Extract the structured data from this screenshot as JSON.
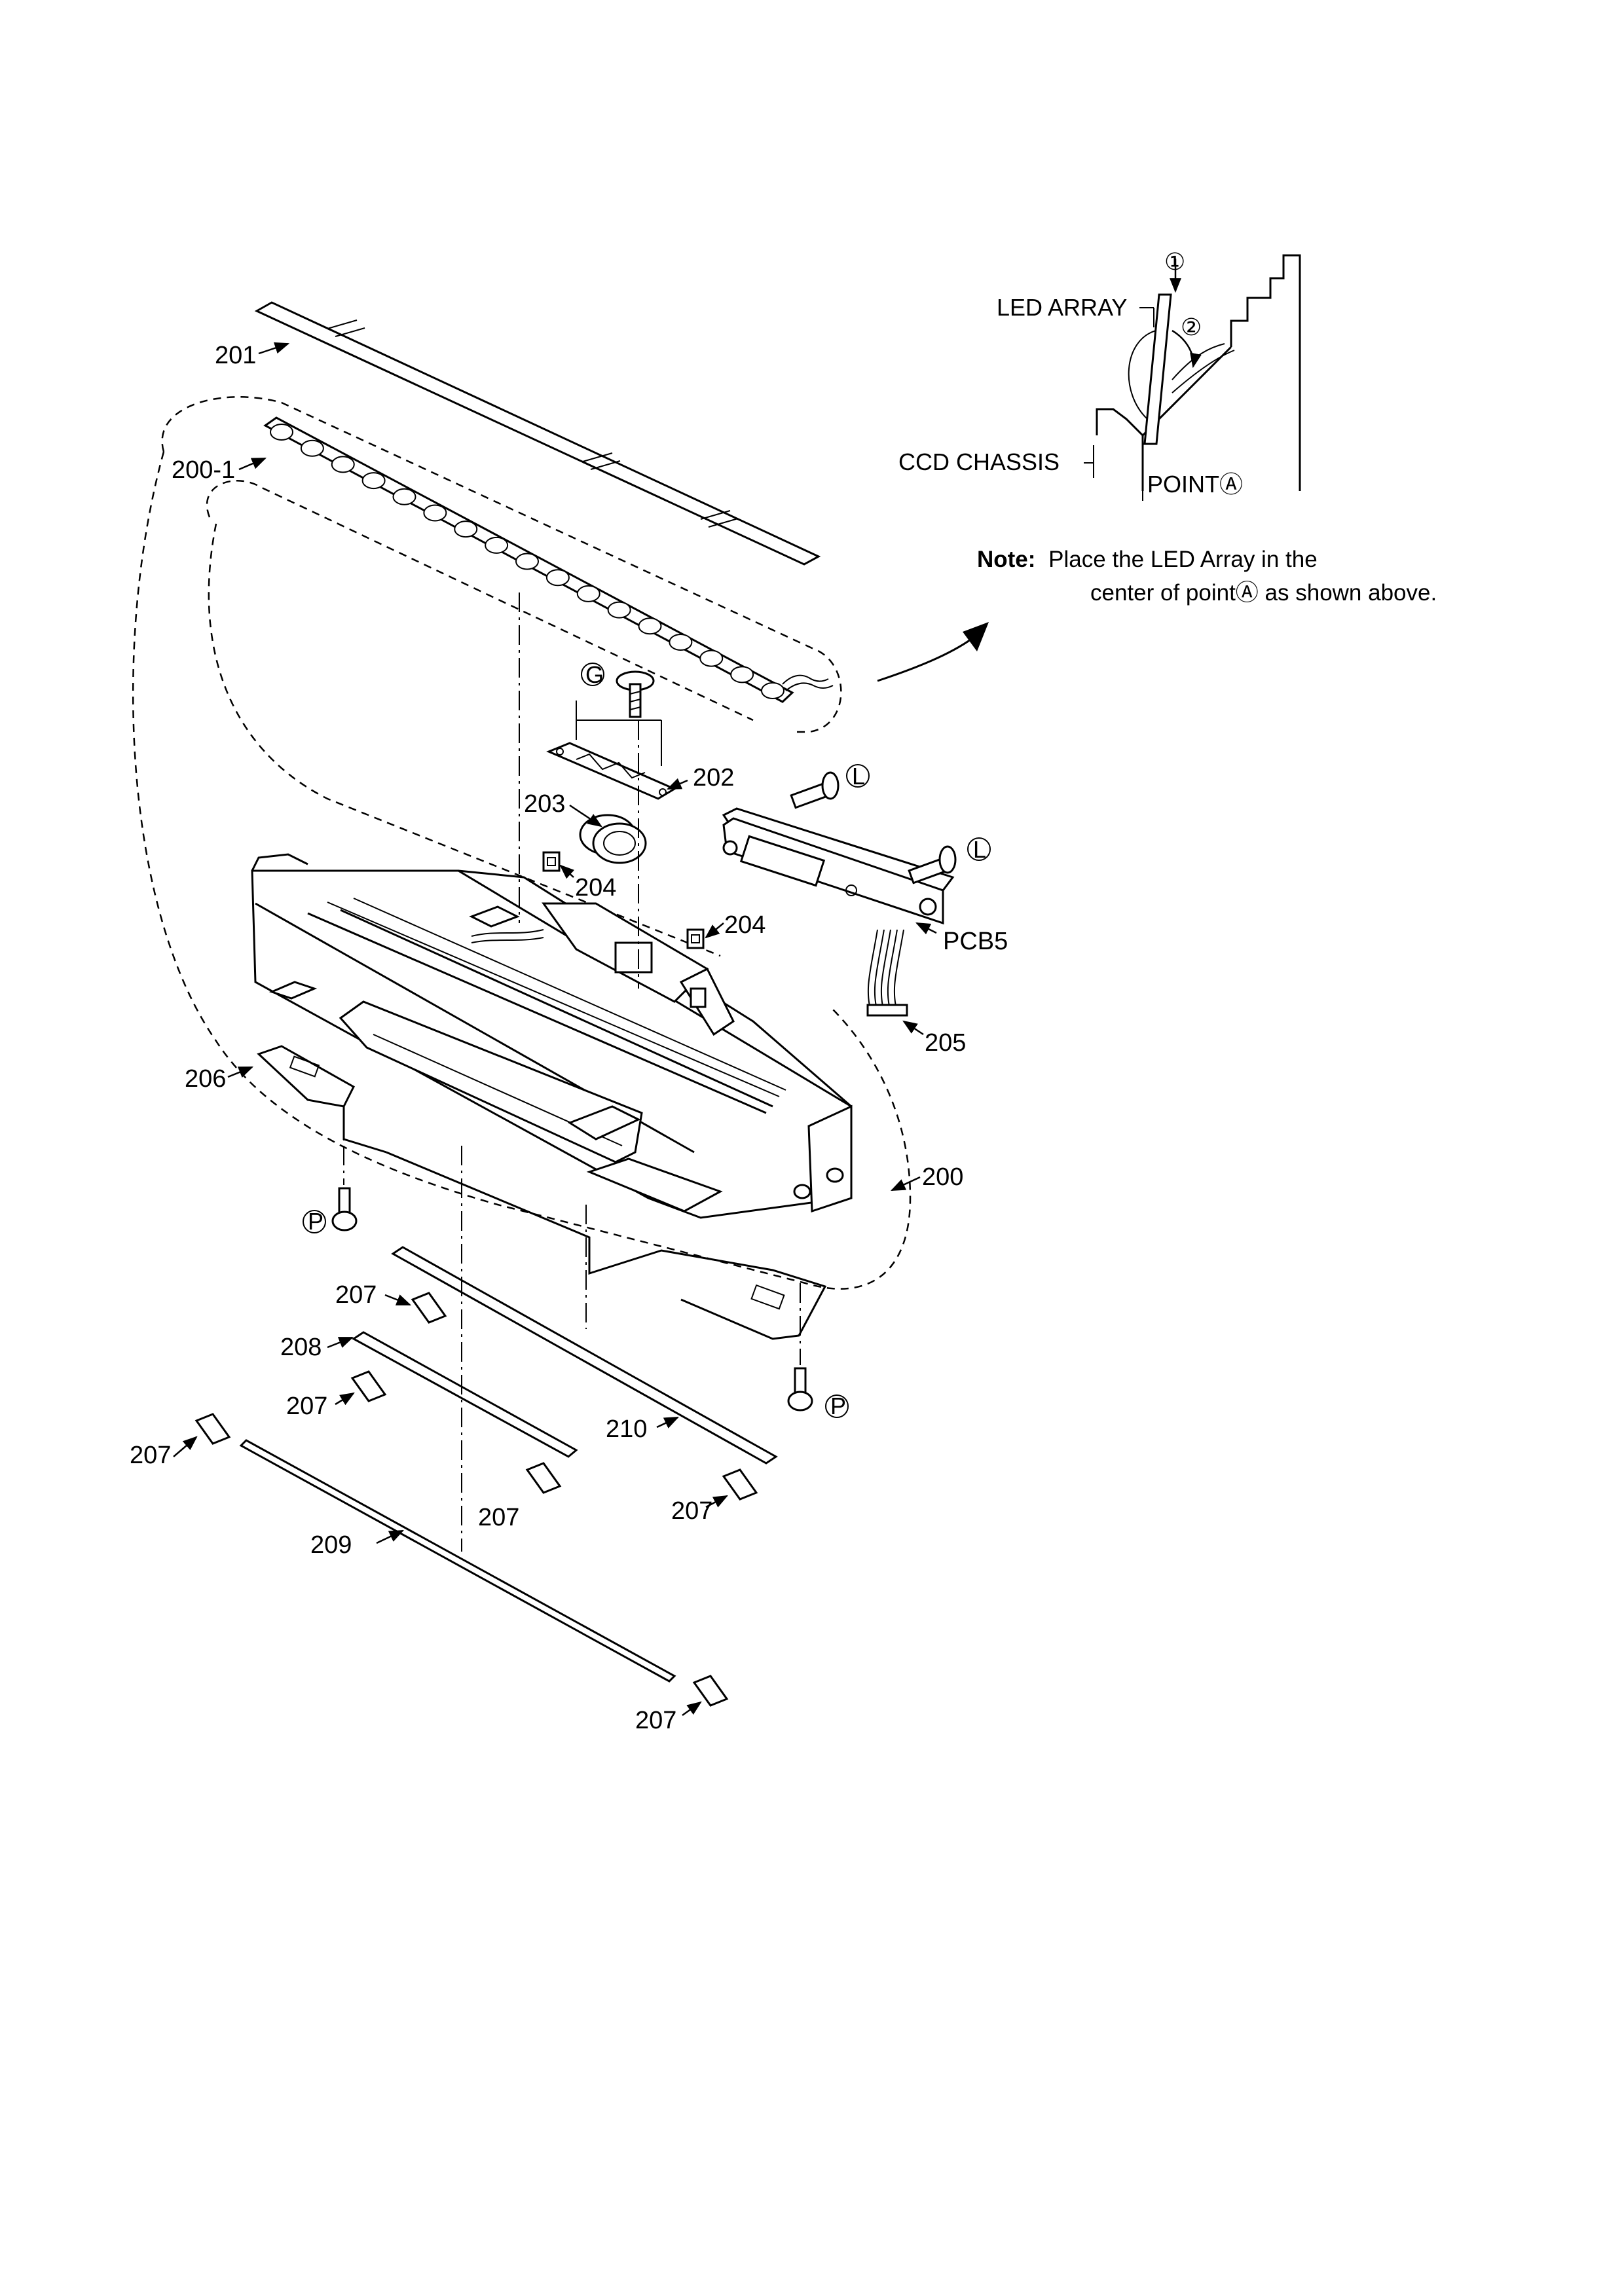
{
  "labels": {
    "p200": "200",
    "p200_1": "200-1",
    "p201": "201",
    "p202": "202",
    "p203": "203",
    "p204a": "204",
    "p204b": "204",
    "p205": "205",
    "p206": "206",
    "p207": "207",
    "p208": "208",
    "p209": "209",
    "p210": "210",
    "pcb5": "PCB5",
    "screw_g": "G",
    "screw_l": "L",
    "screw_p": "P"
  },
  "inset": {
    "led_array": "LED ARRAY",
    "ccd_chassis": "CCD CHASSIS",
    "point_a": "POINTⒶ",
    "step1": "①",
    "step2": "②"
  },
  "note": {
    "prefix": "Note:",
    "line1": "Place the LED Array in the",
    "line2": "center of pointⒶ as shown above."
  }
}
